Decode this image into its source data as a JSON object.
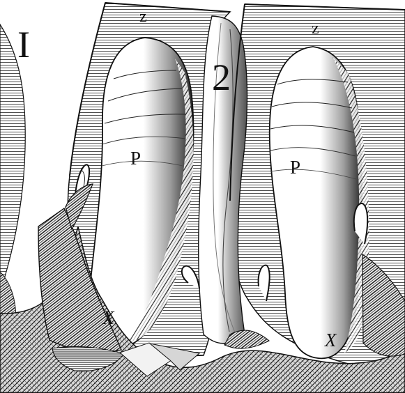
{
  "figure": {
    "labels": {
      "one": "I",
      "two": "2",
      "left_top": "z",
      "right_top": "z",
      "left_middle": "P",
      "right_middle": "P",
      "left_bottom": "X",
      "right_bottom": "X"
    }
  }
}
